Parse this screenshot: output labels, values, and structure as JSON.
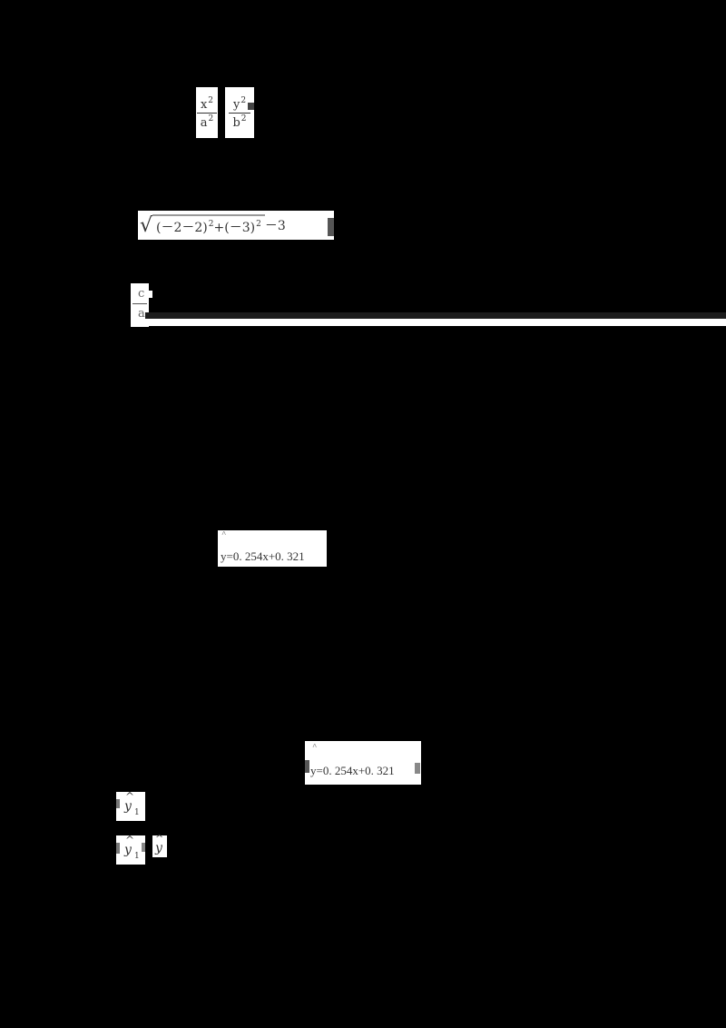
{
  "page": {
    "background": "#000000",
    "foreground": "#ffffff"
  },
  "equations": {
    "ellipse_terms": {
      "x_num": "x",
      "x_num_exp": "2",
      "x_den": "a",
      "x_den_exp": "2",
      "y_num": "y",
      "y_num_exp": "2",
      "y_den": "b",
      "y_den_exp": "2"
    },
    "distance": {
      "radical": "√",
      "term1": "(－2－2)",
      "term1_exp": "2",
      "plus": "+",
      "term2": "(－3)",
      "term2_exp": "2",
      "tail": "－3"
    },
    "eccentricity": {
      "num": "c",
      "den": "a"
    },
    "regression_1": {
      "hat": "^",
      "text": "y=0. 254x+0. 321"
    },
    "regression_2": {
      "hat": "^",
      "text": "y=0. 254x+0. 321"
    },
    "y_hat_1": {
      "var": "y",
      "sub": "1",
      "hat": "^"
    },
    "y_hat_pair": {
      "first_var": "y",
      "first_sub": "1",
      "second_var": "y",
      "hat": "^"
    }
  }
}
